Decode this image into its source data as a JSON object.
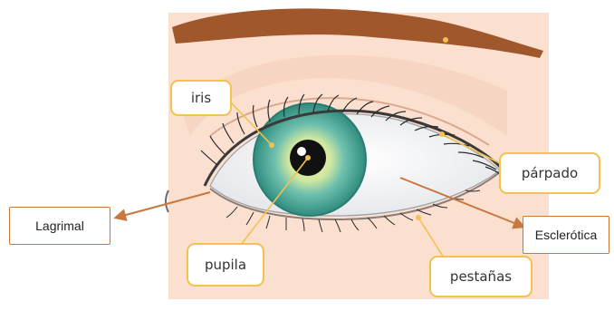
{
  "diagram": {
    "labels": {
      "iris": "iris",
      "pupila": "pupila",
      "parpado": "párpado",
      "esclerotica": "Esclerótica",
      "pestanas": "pestañas",
      "lagrimal": "Lagrimal"
    },
    "colors": {
      "label_border": "#f2c14e",
      "leader_line": "#f2c14e",
      "accent_arrow": "#c9773e",
      "skin": "#fbe0cf",
      "iris": "#5fb3a4",
      "brow": "#a0572c"
    }
  }
}
